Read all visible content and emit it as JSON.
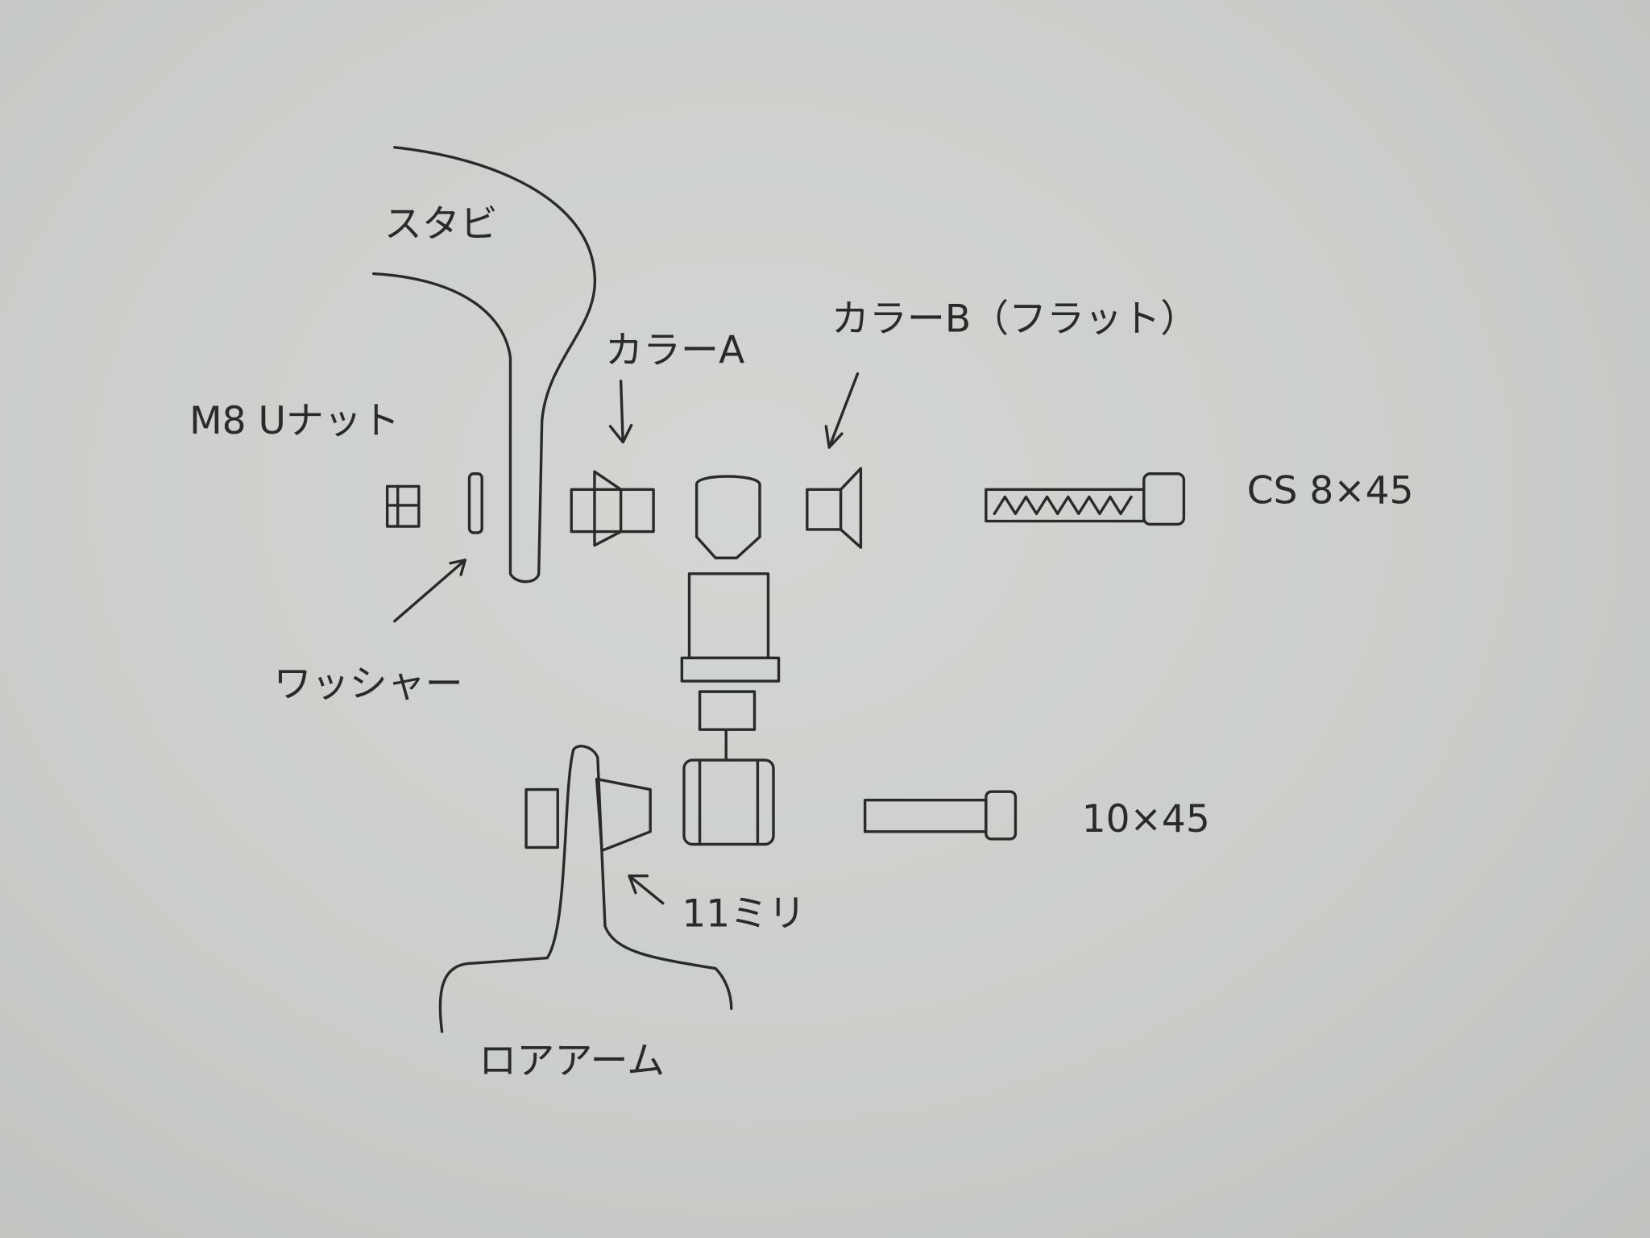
{
  "labels": {
    "stabilizer": "スタビ",
    "m8_u_nut": "M8 Uナット",
    "collar_a": "カラーA",
    "collar_b": "カラーB（フラット）",
    "bolt_cs": "CS 8×45",
    "washer": "ワッシャー",
    "bolt_10": "10×45",
    "size_11mm": "11ミリ",
    "lower_arm": "ロアアーム"
  },
  "colors": {
    "paper": "#cbceca",
    "ink": "#2a2a2a"
  }
}
